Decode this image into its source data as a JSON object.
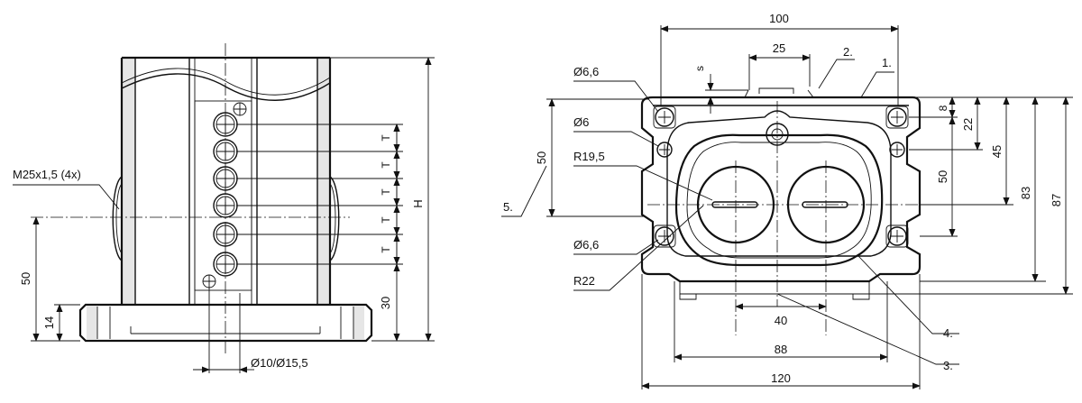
{
  "drawing": {
    "left_view": {
      "thread_label": "M25x1,5 (4x)",
      "dim_h": "H",
      "dim_50": "50",
      "dim_14": "14",
      "dim_30": "30",
      "dim_t": "T",
      "bore_label": "Ø10/Ø15,5"
    },
    "right_view": {
      "dim_100": "100",
      "dim_25": "25",
      "dim_s": "s",
      "hole_66_top": "Ø6,6",
      "hole_6": "Ø6",
      "radius_195": "R19,5",
      "hole_66_bottom": "Ø6,6",
      "radius_22": "R22",
      "dim_50_left": "50",
      "dim_8": "8",
      "dim_22": "22",
      "dim_45": "45",
      "dim_50_right": "50",
      "dim_83": "83",
      "dim_87": "87",
      "dim_40": "40",
      "dim_88": "88",
      "dim_120": "120",
      "callout_1": "1.",
      "callout_2": "2.",
      "callout_3": "3.",
      "callout_4": "4.",
      "callout_5": "5."
    }
  }
}
